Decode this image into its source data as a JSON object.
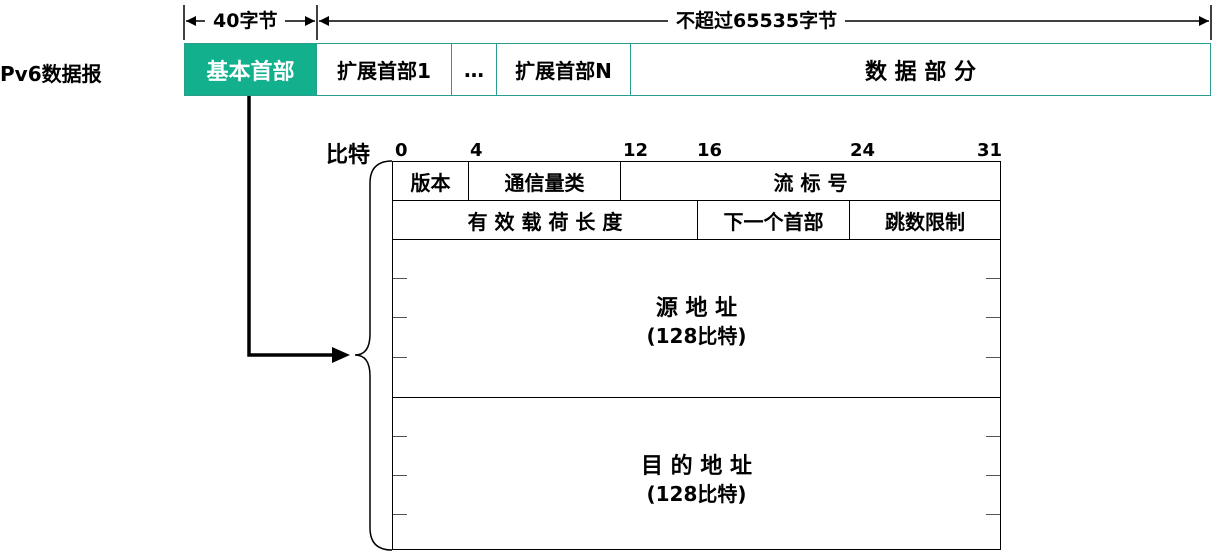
{
  "top_dimension": {
    "base_header_length": "40字节",
    "total_length": "不超过65535字节"
  },
  "datagram_row": {
    "row_label": "Pv6数据报",
    "base_header": "基本首部",
    "ext_header_1": "扩展首部1",
    "ellipsis": "…",
    "ext_header_n": "扩展首部N",
    "data_part": "数 据 部 分"
  },
  "bits": {
    "label": "比特",
    "ticks": [
      "0",
      "4",
      "12",
      "16",
      "24",
      "31"
    ]
  },
  "fields": {
    "version": "版本",
    "traffic_class": "通信量类",
    "flow_label": "流 标 号",
    "payload_length": "有 效 载 荷 长 度",
    "next_header": "下一个首部",
    "hop_limit": "跳数限制",
    "source_address": "源 地 址",
    "source_bits": "(128比特)",
    "dest_address": "目 的 地 址",
    "dest_bits": "(128比特)"
  },
  "colors": {
    "base_header_fill": "#12b08c",
    "border_teal": "#2a9d8f"
  }
}
